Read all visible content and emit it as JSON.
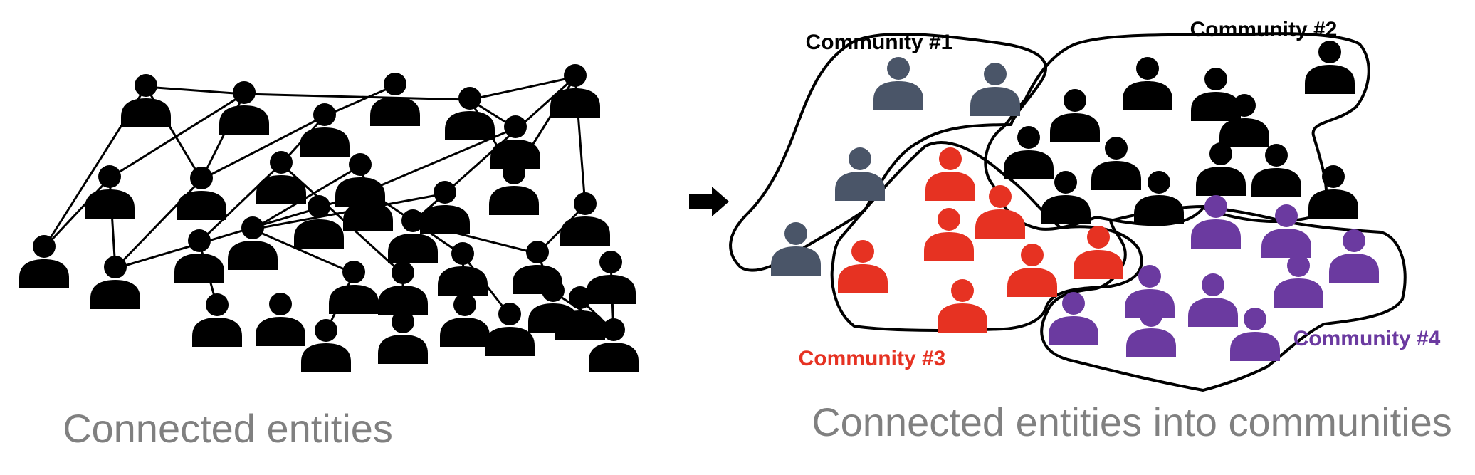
{
  "left_panel": {
    "caption": "Connected entities"
  },
  "right_panel": {
    "caption": "Connected entities into communities",
    "communities": [
      {
        "label": "Community #1",
        "color": "#4a5568",
        "label_color": "#000000"
      },
      {
        "label": "Community #2",
        "color": "#000000",
        "label_color": "#000000"
      },
      {
        "label": "Community #3",
        "color": "#e63222",
        "label_color": "#e63222"
      },
      {
        "label": "Community #4",
        "color": "#6b3aa0",
        "label_color": "#6b3aa0"
      }
    ]
  },
  "arrow_icon": "right-arrow-icon",
  "person_icon": "person-icon"
}
